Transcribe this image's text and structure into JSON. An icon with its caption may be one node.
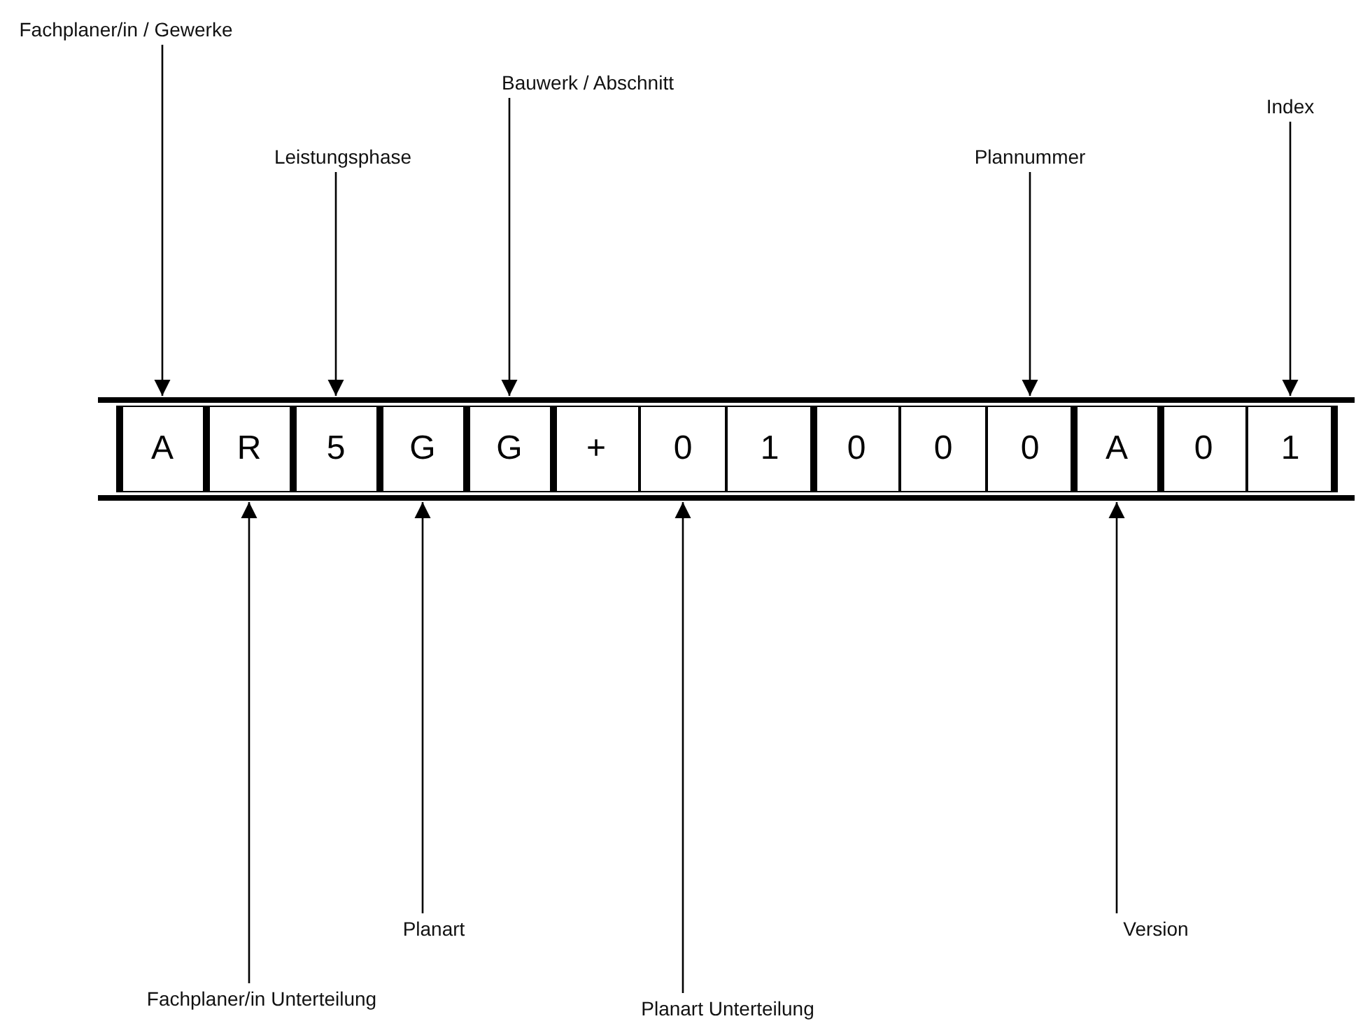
{
  "diagram": {
    "nodes": [
      {
        "text": [
          "Fachplaner/in / Gewerke"
        ]
      },
      {
        "text": [
          "Leistungsphase"
        ]
      },
      {
        "text": [
          "Bauwerk / Abschnitt"
        ]
      },
      {
        "text": [
          "Plannummer"
        ]
      },
      {
        "text": [
          "Index"
        ]
      },
      {
        "text": [
          "A"
        ]
      },
      {
        "text": [
          "R"
        ]
      },
      {
        "text": [
          "5"
        ]
      },
      {
        "text": [
          "G"
        ]
      },
      {
        "text": [
          "G"
        ]
      },
      {
        "text": [
          "+"
        ]
      },
      {
        "text": [
          "0"
        ]
      },
      {
        "text": [
          "1"
        ]
      },
      {
        "text": [
          "0"
        ]
      },
      {
        "text": [
          "0"
        ]
      },
      {
        "text": [
          "0"
        ]
      },
      {
        "text": [
          "A"
        ]
      },
      {
        "text": [
          "0"
        ]
      },
      {
        "text": [
          "1"
        ]
      },
      {
        "text": [
          "Fachplaner/in Unterteilung"
        ]
      },
      {
        "text": [
          "Planart"
        ]
      },
      {
        "text": [
          "Planart Unterteilung"
        ]
      },
      {
        "text": [
          "Version"
        ]
      }
    ],
    "edges": [
      {
        "from": 0,
        "to": 5,
        "arrow": "to"
      },
      {
        "from": 1,
        "to": 7,
        "arrow": "to"
      },
      {
        "from": 2,
        "to": 9,
        "arrow": "to"
      },
      {
        "from": 3,
        "to": 15,
        "arrow": "to"
      },
      {
        "from": 4,
        "to": 18,
        "arrow": "to"
      },
      {
        "from": 19,
        "to": 6,
        "arrow": "to"
      },
      {
        "from": 20,
        "to": 8,
        "arrow": "to"
      },
      {
        "from": 21,
        "to": 11,
        "arrow": "to"
      },
      {
        "from": 22,
        "to": 16,
        "arrow": "to"
      }
    ]
  }
}
